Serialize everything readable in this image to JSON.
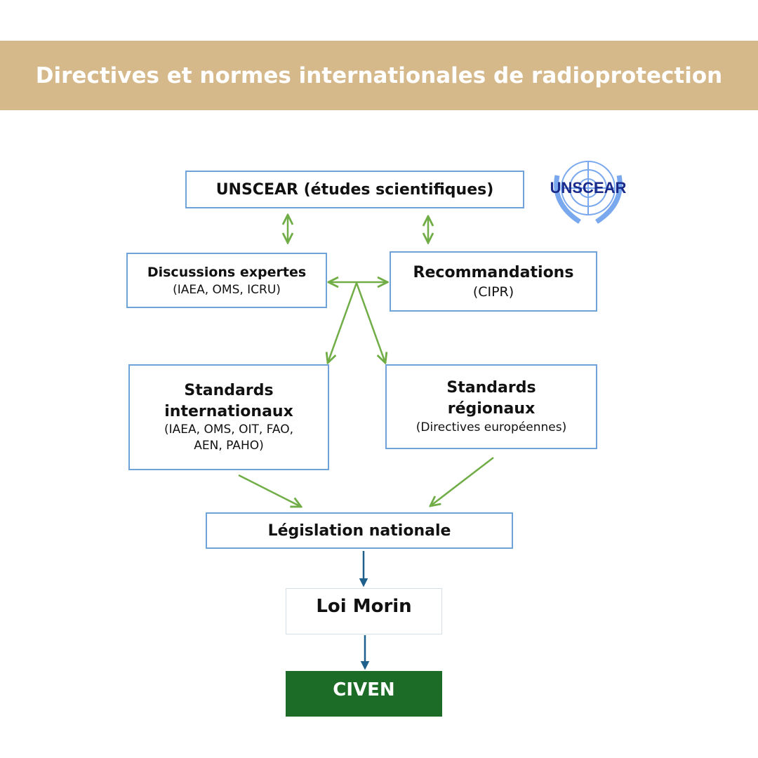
{
  "header": {
    "title": "Directives et normes internationales de radioprotection"
  },
  "logo": {
    "text": "UNSCEAR",
    "icon": "un-emblem-icon"
  },
  "nodes": {
    "unscear": {
      "label": "UNSCEAR (études scientifiques)"
    },
    "discussions": {
      "label": "Discussions expertes",
      "sub": "(IAEA, OMS, ICRU)"
    },
    "recommandations": {
      "label": "Recommandations",
      "sub": "(CIPR)"
    },
    "standards_int": {
      "label1": "Standards",
      "label2": "internationaux",
      "sub1": "(IAEA, OMS, OIT, FAO,",
      "sub2": "AEN, PAHO)"
    },
    "standards_reg": {
      "label1": "Standards",
      "label2": "régionaux",
      "sub": "(Directives européennes)"
    },
    "legislation": {
      "label": "Législation nationale"
    },
    "loi": {
      "label": "Loi Morin"
    },
    "civen": {
      "label": "CIVEN"
    }
  },
  "colors": {
    "header": "#d5b98b",
    "green_arrow": "#70ad47",
    "blue_arrow": "#1f5f8b",
    "civen": "#1c6b27",
    "box_border": "#6fa3d8"
  }
}
